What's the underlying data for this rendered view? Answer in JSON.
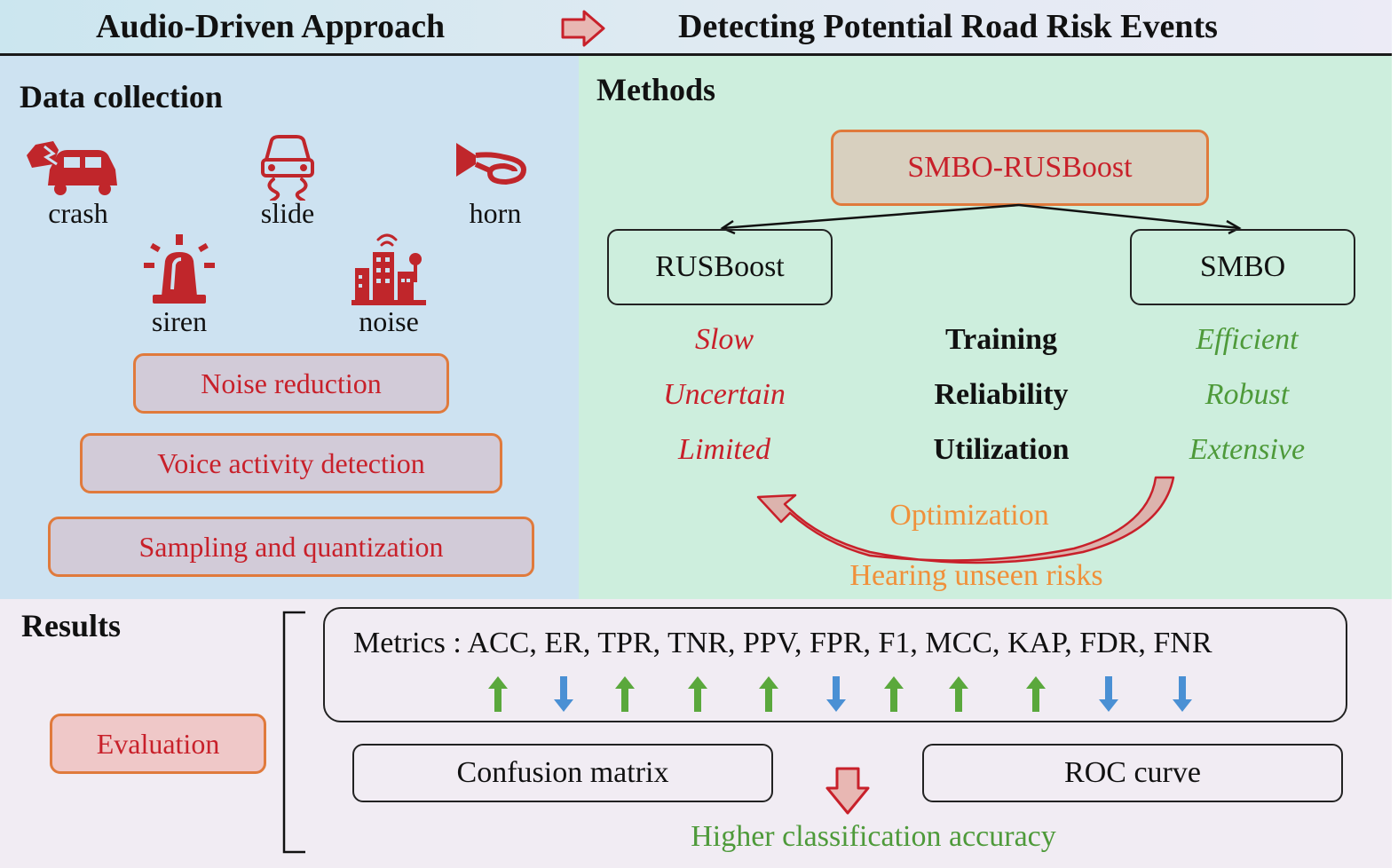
{
  "header": {
    "left_title": "Audio-Driven Approach",
    "right_title": "Detecting Potential Road Risk Events",
    "arrow_icon": "right-arrow-icon"
  },
  "data_collection": {
    "title": "Data collection",
    "icons": [
      {
        "label": "crash",
        "icon": "car-crash-icon"
      },
      {
        "label": "slide",
        "icon": "car-slide-icon"
      },
      {
        "label": "horn",
        "icon": "horn-icon"
      },
      {
        "label": "siren",
        "icon": "siren-icon"
      },
      {
        "label": "noise",
        "icon": "city-noise-icon"
      }
    ],
    "steps": [
      "Noise reduction",
      "Voice activity detection",
      "Sampling and quantization"
    ]
  },
  "methods": {
    "title": "Methods",
    "root": "SMBO-RUSBoost",
    "left_child": "RUSBoost",
    "right_child": "SMBO",
    "criteria": [
      "Training",
      "Reliability",
      "Utilization"
    ],
    "left_traits": [
      "Slow",
      "Uncertain",
      "Limited"
    ],
    "right_traits": [
      "Efficient",
      "Robust",
      "Extensive"
    ],
    "optimization_label": "Optimization",
    "tagline": "Hearing unseen risks"
  },
  "results": {
    "title": "Results",
    "evaluation": "Evaluation",
    "metrics_prefix": "Metrics :",
    "metrics": [
      {
        "name": "ACC",
        "direction": "up"
      },
      {
        "name": "ER",
        "direction": "down"
      },
      {
        "name": "TPR",
        "direction": "up"
      },
      {
        "name": "TNR",
        "direction": "up"
      },
      {
        "name": "PPV",
        "direction": "up"
      },
      {
        "name": "FPR",
        "direction": "down"
      },
      {
        "name": "F1",
        "direction": "up"
      },
      {
        "name": "MCC",
        "direction": "up"
      },
      {
        "name": "KAP",
        "direction": "up"
      },
      {
        "name": "FDR",
        "direction": "down"
      },
      {
        "name": "FNR",
        "direction": "down"
      }
    ],
    "confusion_matrix": "Confusion matrix",
    "roc_curve": "ROC curve",
    "conclusion": "Higher classification accuracy"
  },
  "colors": {
    "red": "#c8202a",
    "green": "#4e9a3a",
    "orange": "#f0903a",
    "arrow_up": "#5aa83c",
    "arrow_down": "#4a90d4"
  }
}
